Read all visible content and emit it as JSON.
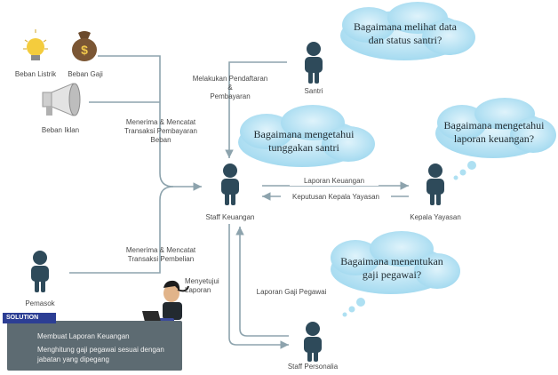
{
  "icons": {
    "electricity": {
      "label": "Beban Listrik",
      "icon": "lightbulb-icon"
    },
    "salary": {
      "label": "Beban Gaji",
      "icon": "money-bag-icon"
    },
    "ads": {
      "label": "Beban Iklan",
      "icon": "megaphone-icon"
    }
  },
  "actors": {
    "santri": "Santri",
    "staff_keuangan": "Staff Keuangan",
    "kepala_yayasan": "Kepala Yayasan",
    "pemasok": "Pemasok",
    "staff_personalia": "Staff Personalia"
  },
  "flows": {
    "pendaftaran": "Melakukan Pendaftaran\n&\nPembayaran",
    "beban": "Menerima & Mencatat\nTransaksi Pembayaran\nBeban",
    "pembelian": "Menerima & Mencatat\nTransaksi Pembelian",
    "laporan_keuangan": "Laporan Keuangan",
    "keputusan": "Keputusan Kepala Yayasan",
    "menyetujui": "Menyetujui\nLaporan",
    "laporan_gaji": "Laporan Gaji Pegawai"
  },
  "questions": {
    "santri": "Bagaimana melihat data\ndan status santri?",
    "tunggakan": "Bagaimana mengetahui\ntunggakan santri",
    "keuangan": "Bagaimana mengetahui\nlaporan keuangan?",
    "gaji": "Bagaimana menentukan\ngaji pegawai?"
  },
  "solution": {
    "tag": "SOLUTION",
    "items": [
      "Membuat Laporan Keuangan",
      "Menghitung gaji pegawai sesuai dengan\njabatan yang dipegang"
    ]
  },
  "colors": {
    "person": "#2e4a5a",
    "cloud": "#aee0f2",
    "line": "#8da3ad",
    "panel": "#5d6b72"
  }
}
